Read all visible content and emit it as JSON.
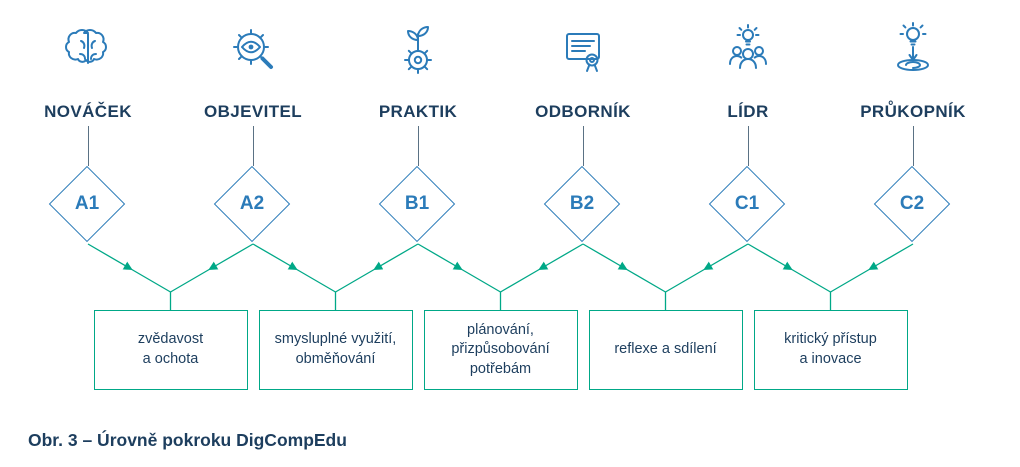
{
  "figure": {
    "caption": "Obr. 3 – Úrovně pokroku DigCompEdu",
    "levels": [
      {
        "name": "NOVÁČEK",
        "code": "A1",
        "icon": "brain-icon"
      },
      {
        "name": "OBJEVITEL",
        "code": "A2",
        "icon": "gear-magnifier-eye-icon"
      },
      {
        "name": "PRAKTIK",
        "code": "B1",
        "icon": "sprout-gear-icon"
      },
      {
        "name": "ODBORNÍK",
        "code": "B2",
        "icon": "certificate-icon"
      },
      {
        "name": "LÍDR",
        "code": "C1",
        "icon": "team-lightbulb-icon"
      },
      {
        "name": "PRŮKOPNÍK",
        "code": "C2",
        "icon": "lightbulb-target-icon"
      }
    ],
    "transitions": [
      {
        "between": [
          "A1",
          "A2"
        ],
        "text": "zvědavost\na ochota"
      },
      {
        "between": [
          "A2",
          "B1"
        ],
        "text": "smysluplné využití,\nobměňování"
      },
      {
        "between": [
          "B1",
          "B2"
        ],
        "text": "plánování,\npřizpůsobování\npotřebám"
      },
      {
        "between": [
          "B2",
          "C1"
        ],
        "text": "reflexe a sdílení"
      },
      {
        "between": [
          "C1",
          "C2"
        ],
        "text": "kritický přístup\na inovace"
      }
    ],
    "colors": {
      "accent_blue": "#2b7bb9",
      "navy_text": "#1d3e5e",
      "teal_line": "#00a887"
    }
  }
}
